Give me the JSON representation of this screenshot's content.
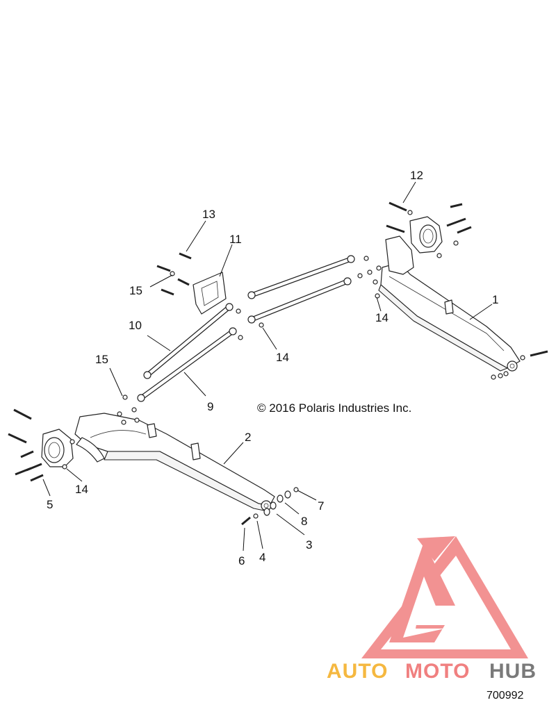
{
  "diagram": {
    "copyright": "© 2016 Polaris Industries Inc.",
    "figure_number": "700992",
    "callouts": [
      {
        "id": "c1",
        "label": "1"
      },
      {
        "id": "c2",
        "label": "2"
      },
      {
        "id": "c3",
        "label": "3"
      },
      {
        "id": "c4",
        "label": "4"
      },
      {
        "id": "c5",
        "label": "5"
      },
      {
        "id": "c6",
        "label": "6"
      },
      {
        "id": "c7",
        "label": "7"
      },
      {
        "id": "c8",
        "label": "8"
      },
      {
        "id": "c9",
        "label": "9"
      },
      {
        "id": "c10",
        "label": "10"
      },
      {
        "id": "c11",
        "label": "11"
      },
      {
        "id": "c12",
        "label": "12"
      },
      {
        "id": "c13",
        "label": "13"
      },
      {
        "id": "c14a",
        "label": "14"
      },
      {
        "id": "c14b",
        "label": "14"
      },
      {
        "id": "c14c",
        "label": "14"
      },
      {
        "id": "c15a",
        "label": "15"
      },
      {
        "id": "c15b",
        "label": "15"
      }
    ]
  },
  "watermark": {
    "logo_part1": "AUTO",
    "logo_part2": "MOTO",
    "logo_part3": "HUB",
    "colors": {
      "triangle": "#f08080",
      "auto": "#f5b840",
      "moto": "#f08080",
      "hub": "#7a7a7a"
    }
  }
}
